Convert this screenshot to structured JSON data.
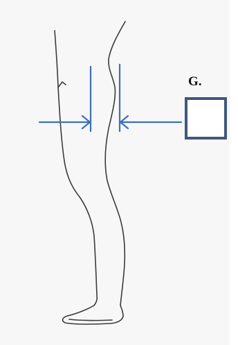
{
  "figure": {
    "label": "G.",
    "colors": {
      "paper": "#f7f7f8",
      "pencil": "#3a3a3a",
      "measure_line": "#3d6fb5",
      "box_border": "#41577c"
    },
    "icons": [
      "leg-sketch",
      "measurement-bracket",
      "arrow-right-icon",
      "arrow-left-icon",
      "answer-box"
    ]
  }
}
